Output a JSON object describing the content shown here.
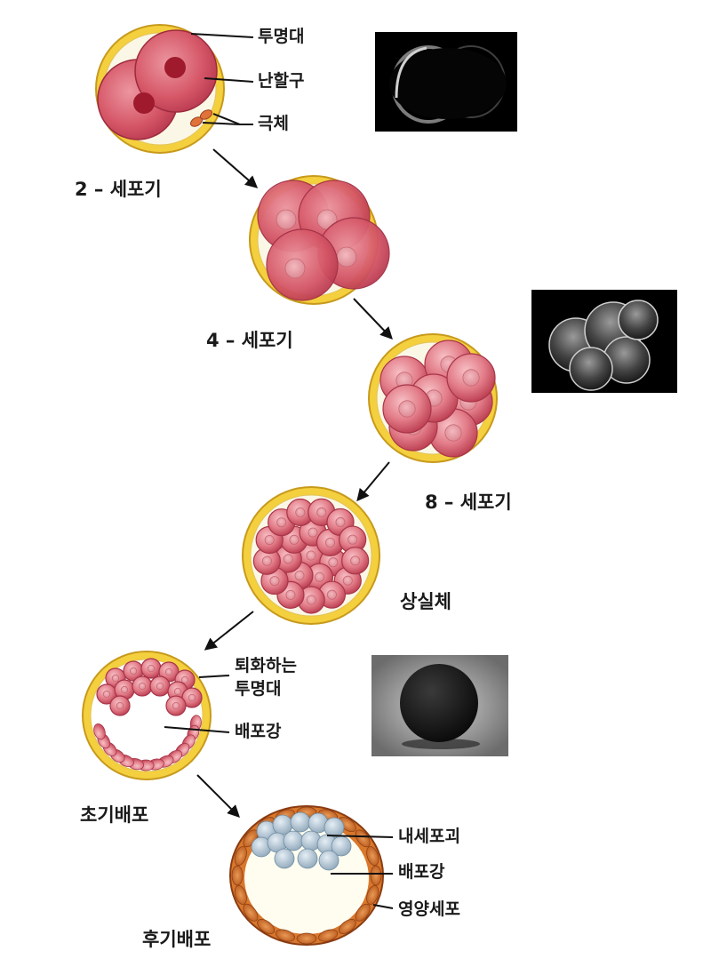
{
  "stages": {
    "two_cell": "2 – 세포기",
    "four_cell": "4 – 세포기",
    "eight_cell": "8 – 세포기",
    "morula": "상실체",
    "early_blastocyst": "초기배포",
    "late_blastocyst": "후기배포"
  },
  "parts": {
    "zona_pellucida": "투명대",
    "blastomere": "난할구",
    "polar_bodies": "극체",
    "degenerating_zona_line1": "퇴화하는",
    "degenerating_zona_line2": "투명대",
    "blastocoel_early": "배포강",
    "inner_cell_mass": "내세포괴",
    "blastocoel_late": "배포강",
    "trophoblast": "영양세포"
  },
  "colors": {
    "zona": "#f4cf3e",
    "zona_edge": "#c79a1c",
    "cell": "#e07a85",
    "cell_dark": "#b83a4c",
    "nucleus": "#9e1a2c",
    "trophoblast": "#d9782c",
    "inner_mass": "#a9bccb",
    "photo_bg": "#000000"
  }
}
